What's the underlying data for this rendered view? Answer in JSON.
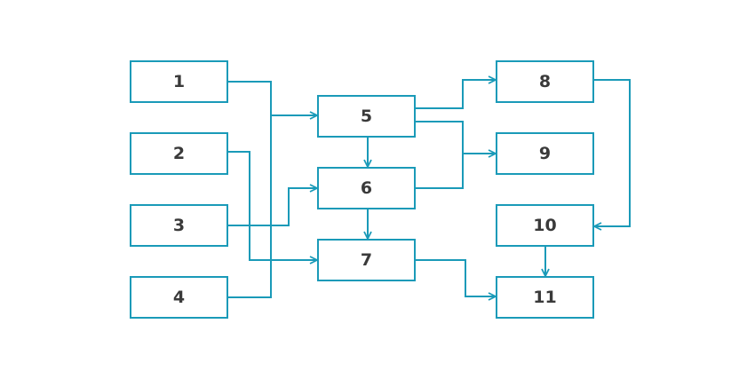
{
  "diagram": {
    "line_color": "#1a9ab8",
    "text_color": "#3a3a3a",
    "nodes": [
      {
        "id": "1",
        "label": "1"
      },
      {
        "id": "2",
        "label": "2"
      },
      {
        "id": "3",
        "label": "3"
      },
      {
        "id": "4",
        "label": "4"
      },
      {
        "id": "5",
        "label": "5"
      },
      {
        "id": "6",
        "label": "6"
      },
      {
        "id": "7",
        "label": "7"
      },
      {
        "id": "8",
        "label": "8"
      },
      {
        "id": "9",
        "label": "9"
      },
      {
        "id": "10",
        "label": "10"
      },
      {
        "id": "11",
        "label": "11"
      }
    ],
    "edges": [
      {
        "from": "1",
        "to": "5"
      },
      {
        "from": "4",
        "to": "5"
      },
      {
        "from": "2",
        "to": "7"
      },
      {
        "from": "3",
        "to": "6"
      },
      {
        "from": "5",
        "to": "6"
      },
      {
        "from": "6",
        "to": "7"
      },
      {
        "from": "5",
        "to": "8"
      },
      {
        "from": "5",
        "to": "9"
      },
      {
        "from": "6",
        "to": "9"
      },
      {
        "from": "8",
        "to": "10"
      },
      {
        "from": "10",
        "to": "11"
      },
      {
        "from": "7",
        "to": "11"
      }
    ]
  }
}
